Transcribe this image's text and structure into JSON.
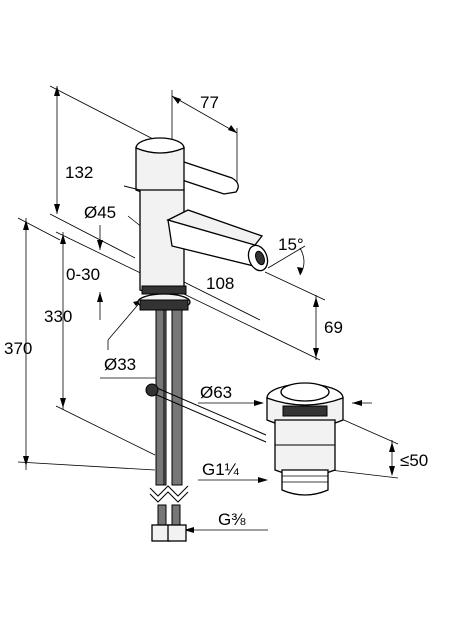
{
  "dimensions": {
    "spout_reach": "77",
    "handle_height": "132",
    "body_diameter": "Ø45",
    "swivel_angle": "15°",
    "height_adjust": "0-30",
    "spout_length": "108",
    "spout_height": "330",
    "outlet_height": "69",
    "total_height": "370",
    "base_diameter": "Ø33",
    "waste_diameter": "Ø63",
    "waste_thread": "G1¼",
    "max_depth": "≤50",
    "supply_thread": "G⅜"
  }
}
